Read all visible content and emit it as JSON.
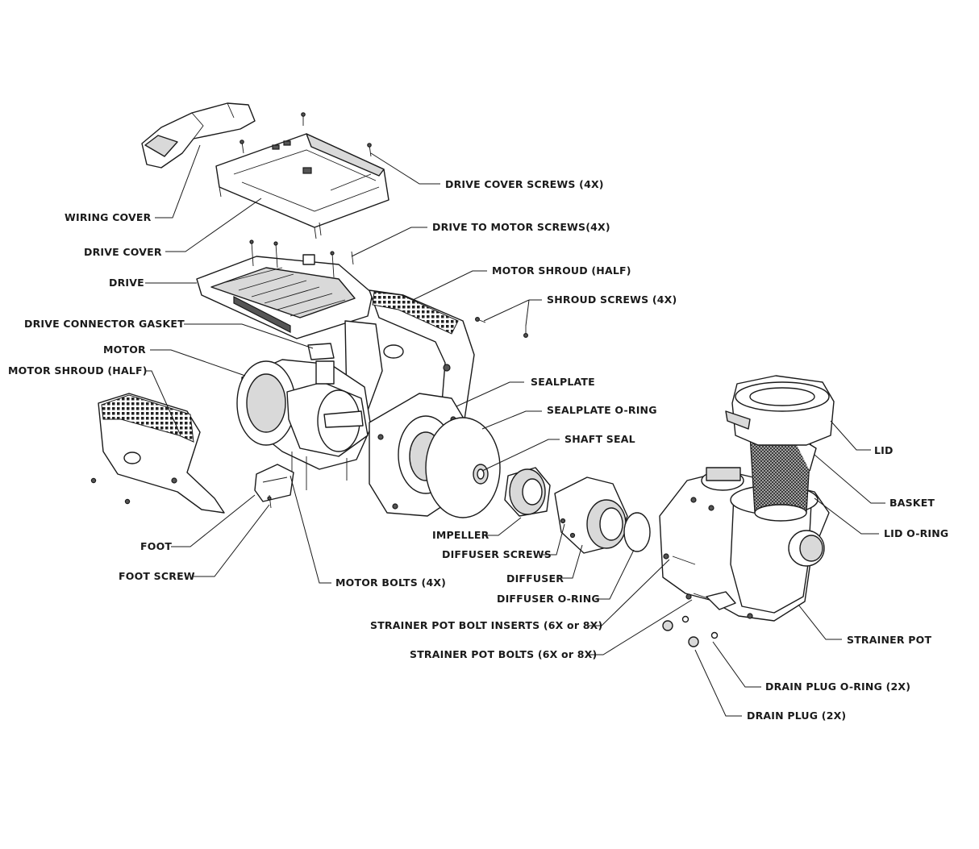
{
  "labels": {
    "drive_cover_screws": "DRIVE COVER SCREWS (4X)",
    "wiring_cover": "WIRING COVER",
    "drive_to_motor_screws": "DRIVE TO MOTOR SCREWS(4X)",
    "drive_cover": "DRIVE COVER",
    "motor_shroud_half_top": "MOTOR SHROUD (HALF)",
    "drive": "DRIVE",
    "shroud_screws": "SHROUD SCREWS (4X)",
    "drive_connector_gasket": "DRIVE CONNECTOR GASKET",
    "motor": "MOTOR",
    "sealplate": "SEALPLATE",
    "motor_shroud_half_left": "MOTOR SHROUD (HALF)",
    "sealplate_o_ring": "SEALPLATE O-RING",
    "shaft_seal": "SHAFT SEAL",
    "lid": "LID",
    "basket": "BASKET",
    "lid_o_ring": "LID O-RING",
    "impeller": "IMPELLER",
    "foot": "FOOT",
    "diffuser_screws": "DIFFUSER SCREWS",
    "foot_screw": "FOOT SCREW",
    "diffuser": "DIFFUSER",
    "motor_bolts": "MOTOR BOLTS (4X)",
    "diffuser_o_ring": "DIFFUSER O-RING",
    "strainer_pot_bolt_inserts": "STRAINER POT BOLT INSERTS (6X or 8X)",
    "strainer_pot": "STRAINER POT",
    "strainer_pot_bolts": "STRAINER POT BOLTS (6X or 8X)",
    "drain_plug_o_ring": "DRAIN PLUG O-RING (2X)",
    "drain_plug": "DRAIN PLUG (2X)"
  }
}
